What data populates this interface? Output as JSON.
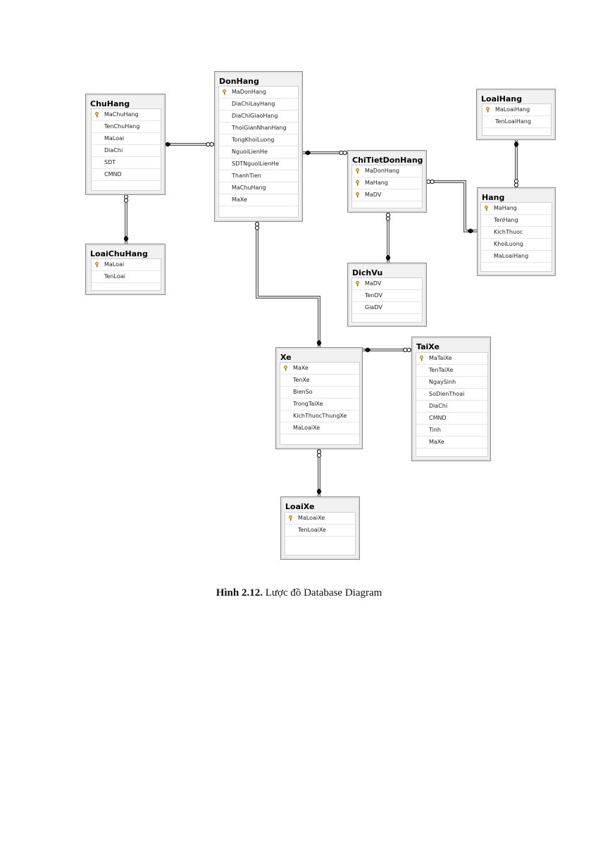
{
  "caption": {
    "label": "Hình 2.12.",
    "text": "Lược đồ Database Diagram"
  },
  "tables": [
    {
      "id": "ChuHang",
      "title": "ChuHang",
      "columns": [
        {
          "name": "MaChuHang",
          "pk": true
        },
        {
          "name": "TenChuHang"
        },
        {
          "name": "MaLoai"
        },
        {
          "name": "DiaChi"
        },
        {
          "name": "SDT"
        },
        {
          "name": "CMND"
        }
      ]
    },
    {
      "id": "DonHang",
      "title": "DonHang",
      "columns": [
        {
          "name": "MaDonHang",
          "pk": true
        },
        {
          "name": "DiaChiLayHang"
        },
        {
          "name": "DiaChiGiaoHang"
        },
        {
          "name": "ThoiGianNhanHang"
        },
        {
          "name": "TongKhoiLuong"
        },
        {
          "name": "NguoiLienHe"
        },
        {
          "name": "SDTNguoiLienHe"
        },
        {
          "name": "ThanhTien"
        },
        {
          "name": "MaChuHang"
        },
        {
          "name": "MaXe"
        }
      ]
    },
    {
      "id": "LoaiHang",
      "title": "LoaiHang",
      "columns": [
        {
          "name": "MaLoaiHang",
          "pk": true
        },
        {
          "name": "TenLoaiHang"
        }
      ]
    },
    {
      "id": "ChiTietDonHang",
      "title": "ChiTietDonHang",
      "columns": [
        {
          "name": "MaDonHang",
          "pk": true
        },
        {
          "name": "MaHang",
          "pk": true
        },
        {
          "name": "MaDV",
          "pk": true
        }
      ]
    },
    {
      "id": "Hang",
      "title": "Hang",
      "columns": [
        {
          "name": "MaHang",
          "pk": true
        },
        {
          "name": "TenHang"
        },
        {
          "name": "KichThuoc"
        },
        {
          "name": "KhoiLuong"
        },
        {
          "name": "MaLoaiHang"
        }
      ]
    },
    {
      "id": "LoaiChuHang",
      "title": "LoaiChuHang",
      "columns": [
        {
          "name": "MaLoai",
          "pk": true
        },
        {
          "name": "TenLoai"
        }
      ]
    },
    {
      "id": "DichVu",
      "title": "DichVu",
      "columns": [
        {
          "name": "MaDV",
          "pk": true
        },
        {
          "name": "TenDV"
        },
        {
          "name": "GiaDV"
        }
      ]
    },
    {
      "id": "Xe",
      "title": "Xe",
      "columns": [
        {
          "name": "MaXe",
          "pk": true
        },
        {
          "name": "TenXe"
        },
        {
          "name": "BienSo"
        },
        {
          "name": "TrongTaiXe"
        },
        {
          "name": "KichThuocThungXe"
        },
        {
          "name": "MaLoaiXe"
        }
      ]
    },
    {
      "id": "TaiXe",
      "title": "TaiXe",
      "columns": [
        {
          "name": "MaTaiXe",
          "pk": true
        },
        {
          "name": "TenTaiXe"
        },
        {
          "name": "NgaySinh"
        },
        {
          "name": "SoDienThoai"
        },
        {
          "name": "DiaChi"
        },
        {
          "name": "CMND"
        },
        {
          "name": "Tinh"
        },
        {
          "name": "MaXe"
        }
      ]
    },
    {
      "id": "LoaiXe",
      "title": "LoaiXe",
      "columns": [
        {
          "name": "MaLoaiXe",
          "pk": true
        },
        {
          "name": "TenLoaiXe"
        }
      ]
    }
  ],
  "relationships": [
    {
      "id": "chuhang-donhang",
      "one": "ChuHang",
      "many": "DonHang"
    },
    {
      "id": "loaichuhang-chuhang",
      "one": "LoaiChuHang",
      "many": "ChuHang"
    },
    {
      "id": "donhang-chitietdonhang",
      "one": "DonHang",
      "many": "ChiTietDonHang"
    },
    {
      "id": "hang-chitietdonhang",
      "one": "Hang",
      "many": "ChiTietDonHang"
    },
    {
      "id": "loaihang-hang",
      "one": "LoaiHang",
      "many": "Hang"
    },
    {
      "id": "dichvu-chitietdonhang",
      "one": "DichVu",
      "many": "ChiTietDonHang"
    },
    {
      "id": "xe-donhang",
      "one": "Xe",
      "many": "DonHang"
    },
    {
      "id": "xe-taixe",
      "one": "Xe",
      "many": "TaiXe"
    },
    {
      "id": "loaixe-xe",
      "one": "LoaiXe",
      "many": "Xe"
    }
  ]
}
